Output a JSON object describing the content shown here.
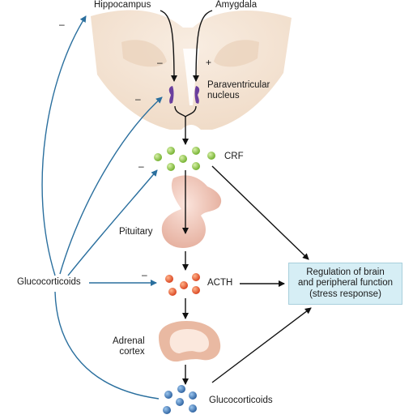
{
  "labels": {
    "hippocampus": "Hippocampus",
    "amygdala": "Amygdala",
    "pvn": "Paraventricular\nnucleus",
    "crf": "CRF",
    "pituitary": "Pituitary",
    "glucocorticoids_left": "Glucocorticoids",
    "acth": "ACTH",
    "adrenal": "Adrenal\ncortex",
    "glucocorticoids_bottom": "Glucocorticoids",
    "regulation": "Regulation of brain\nand peripheral function\n(stress response)"
  },
  "signs": {
    "hippocampus_feedback": "–",
    "hippocampus_input": "–",
    "amygdala_input": "+",
    "pvn_feedback": "–",
    "crf_feedback": "–",
    "acth_feedback": "–"
  },
  "colors": {
    "feedback_arrow": "#2a6f9e",
    "crf_dot": "#8cc63f",
    "acth_dot": "#e8522a",
    "gluco_dot": "#3a78b5",
    "box_fill": "#d6eef5",
    "brain_tissue": "#f3e3d3",
    "nucleus": "#6a3f9e"
  }
}
